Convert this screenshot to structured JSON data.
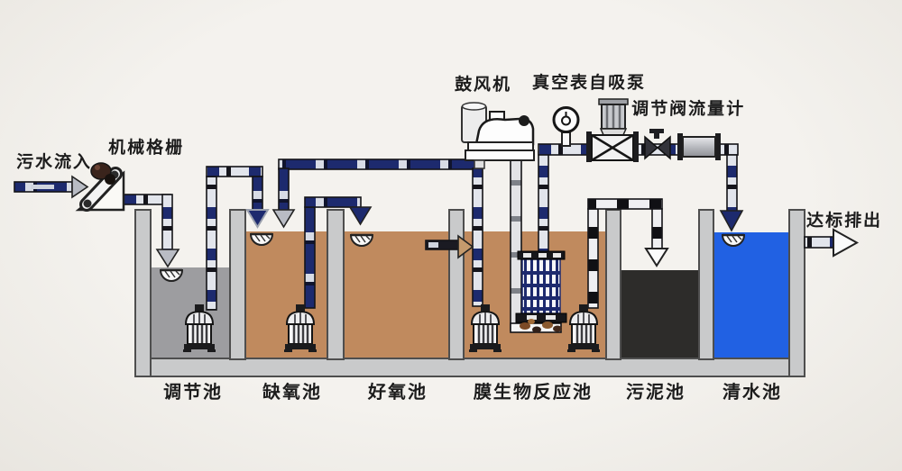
{
  "colors": {
    "bg": "#f4f2ee",
    "navy": "#1d2a6e",
    "pipe-light": "#e2e5ec",
    "pipe-black": "#141418",
    "wall": "#c9cacb",
    "wall-edge": "#4e4e4e",
    "water-gray": "#9d9da0",
    "water-brown": "#c08a5e",
    "sludge": "#2d2c2a",
    "water-blue": "#2161e3",
    "arrow-gray": "#b9bcc4",
    "arrow-white": "#fbfbfb",
    "arrow-tan": "#c59a6d"
  },
  "labels": {
    "inflow": "污水流入",
    "screen": "机械格栅",
    "blower": "鼓风机",
    "vacuum_pump": "真空表自吸泵",
    "valve_flowmeter": "调节阀流量计",
    "outflow": "达标排出"
  },
  "tanks": [
    {
      "label": "调节池"
    },
    {
      "label": "缺氧池"
    },
    {
      "label": "好氧池"
    },
    {
      "label": "膜生物反应池"
    },
    {
      "label": "污泥池"
    },
    {
      "label": "清水池"
    }
  ]
}
